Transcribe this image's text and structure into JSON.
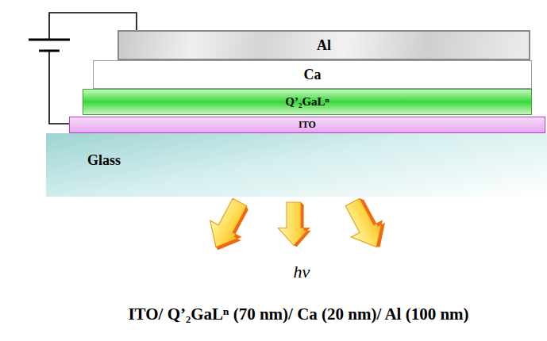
{
  "diagram": {
    "caption": "ITO/ Q’₂GaLⁿ (70 nm)/ Ca (20 nm)/ Al (100 nm)",
    "nodes": [
      {
        "text": [
          "Al"
        ]
      },
      {
        "text": [
          "Ca"
        ]
      },
      {
        "text": [
          "Q’₂GaLⁿ"
        ]
      },
      {
        "text": [
          "ITO"
        ]
      },
      {
        "text": [
          "Glass"
        ]
      }
    ],
    "labels": [
      "hν"
    ]
  }
}
